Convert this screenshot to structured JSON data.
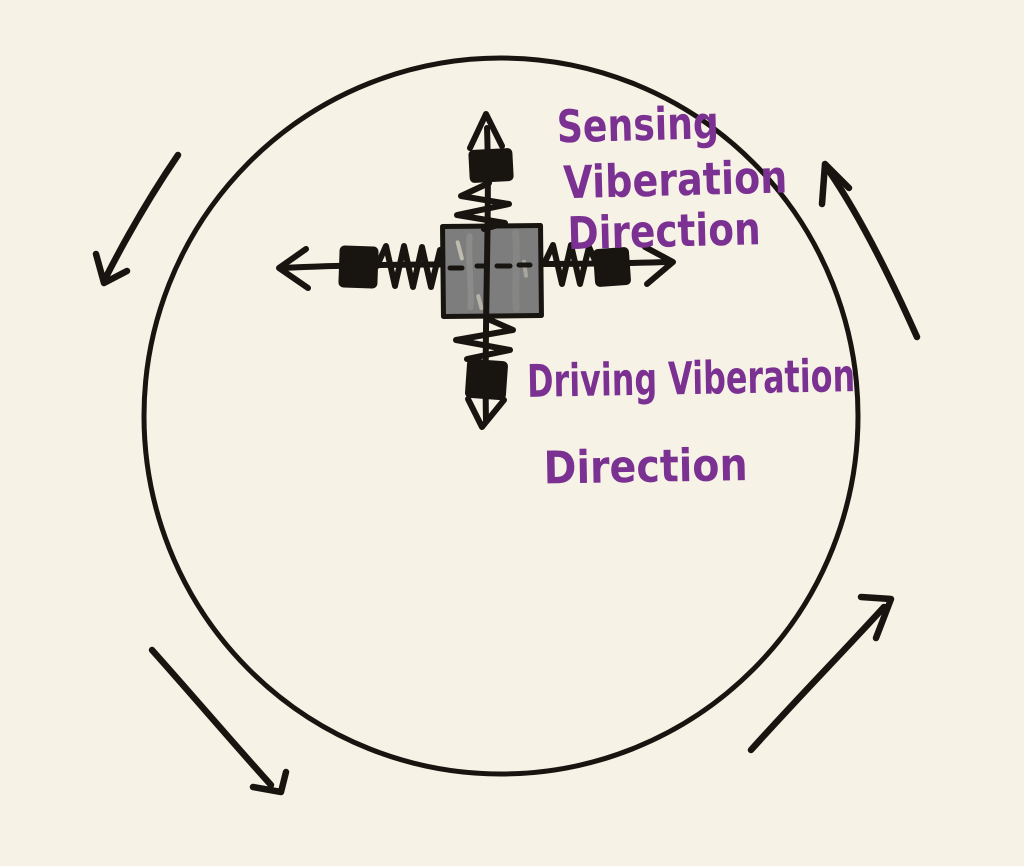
{
  "labels": {
    "sensing": {
      "line1": "Sensing",
      "line2": "Viberation",
      "line3": "Direction"
    },
    "driving": {
      "line1": "Driving Viberation",
      "line2": "Direction"
    }
  },
  "colors": {
    "background": "#f6f2e6",
    "ink": "#18140f",
    "annotation": "#7b3191",
    "mass": "#7d7d7d"
  },
  "diagram": {
    "type": "hand-drawn sketch",
    "subject": "vibrating proof mass with springs and dampers inside a rotating ring",
    "rotation_direction": "counterclockwise",
    "rotation_arrows": [
      "top-left pointing down-left",
      "top-right pointing up-left",
      "bottom-left pointing down-right",
      "bottom-right pointing up-right"
    ],
    "sensing_axis": "vertical",
    "driving_axis": "horizontal"
  }
}
